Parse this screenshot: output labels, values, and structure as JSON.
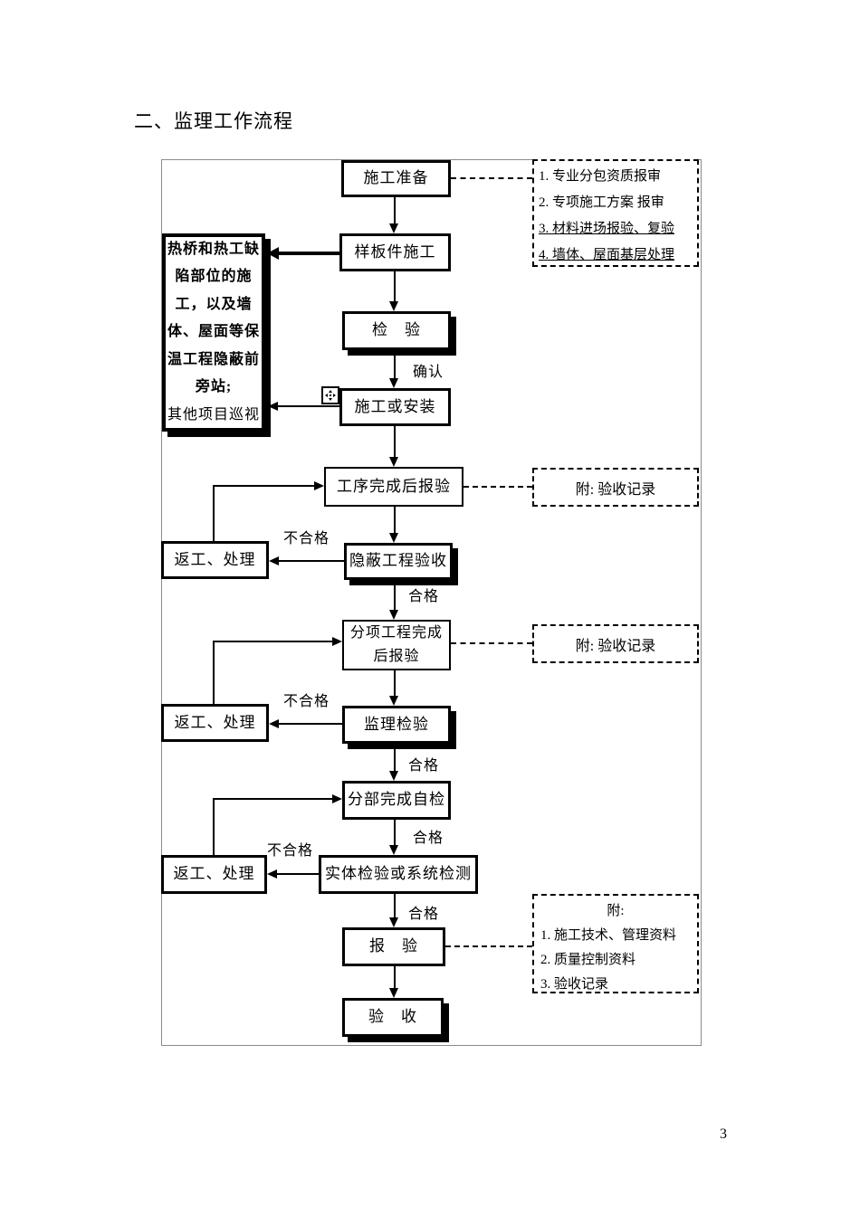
{
  "page": {
    "title": "二、监理工作流程",
    "page_number": "3"
  },
  "labels": {
    "confirm": "确认",
    "pass": "合格",
    "fail": "不合格"
  },
  "flow": {
    "prep": "施工准备",
    "sample": "样板件施工",
    "inspect": "检　验",
    "install": "施工或安装",
    "process_report": "工序完成后报验",
    "hidden_acceptance": "隐蔽工程验收",
    "subitem_report_line1": "分项工程完成",
    "subitem_report_line2": "后报验",
    "supervisor_inspect": "监理检验",
    "self_check": "分部完成自检",
    "entity_test": "实体检验或系统检测",
    "report": "报　验",
    "acceptance": "验　收",
    "rework": "返工、处理"
  },
  "standby": {
    "lines": [
      "热桥和热工缺",
      "陷部位的施",
      "工，以及墙",
      "体、屋面等保",
      "温工程隐蔽前",
      "旁站;",
      "其他项目巡视"
    ]
  },
  "top_note": {
    "items": [
      "1. 专业分包资质报审",
      "2. 专项施工方案 报审",
      "3. 材料进场报验、复验",
      "4. 墙体、屋面基层处理"
    ]
  },
  "notes": {
    "attachment1": "附: 验收记录",
    "attachment2": "附: 验收记录"
  },
  "bottom_note": {
    "title": "附:",
    "items": [
      "1. 施工技术、管理资料",
      "2. 质量控制资料",
      "3. 验收记录"
    ]
  }
}
